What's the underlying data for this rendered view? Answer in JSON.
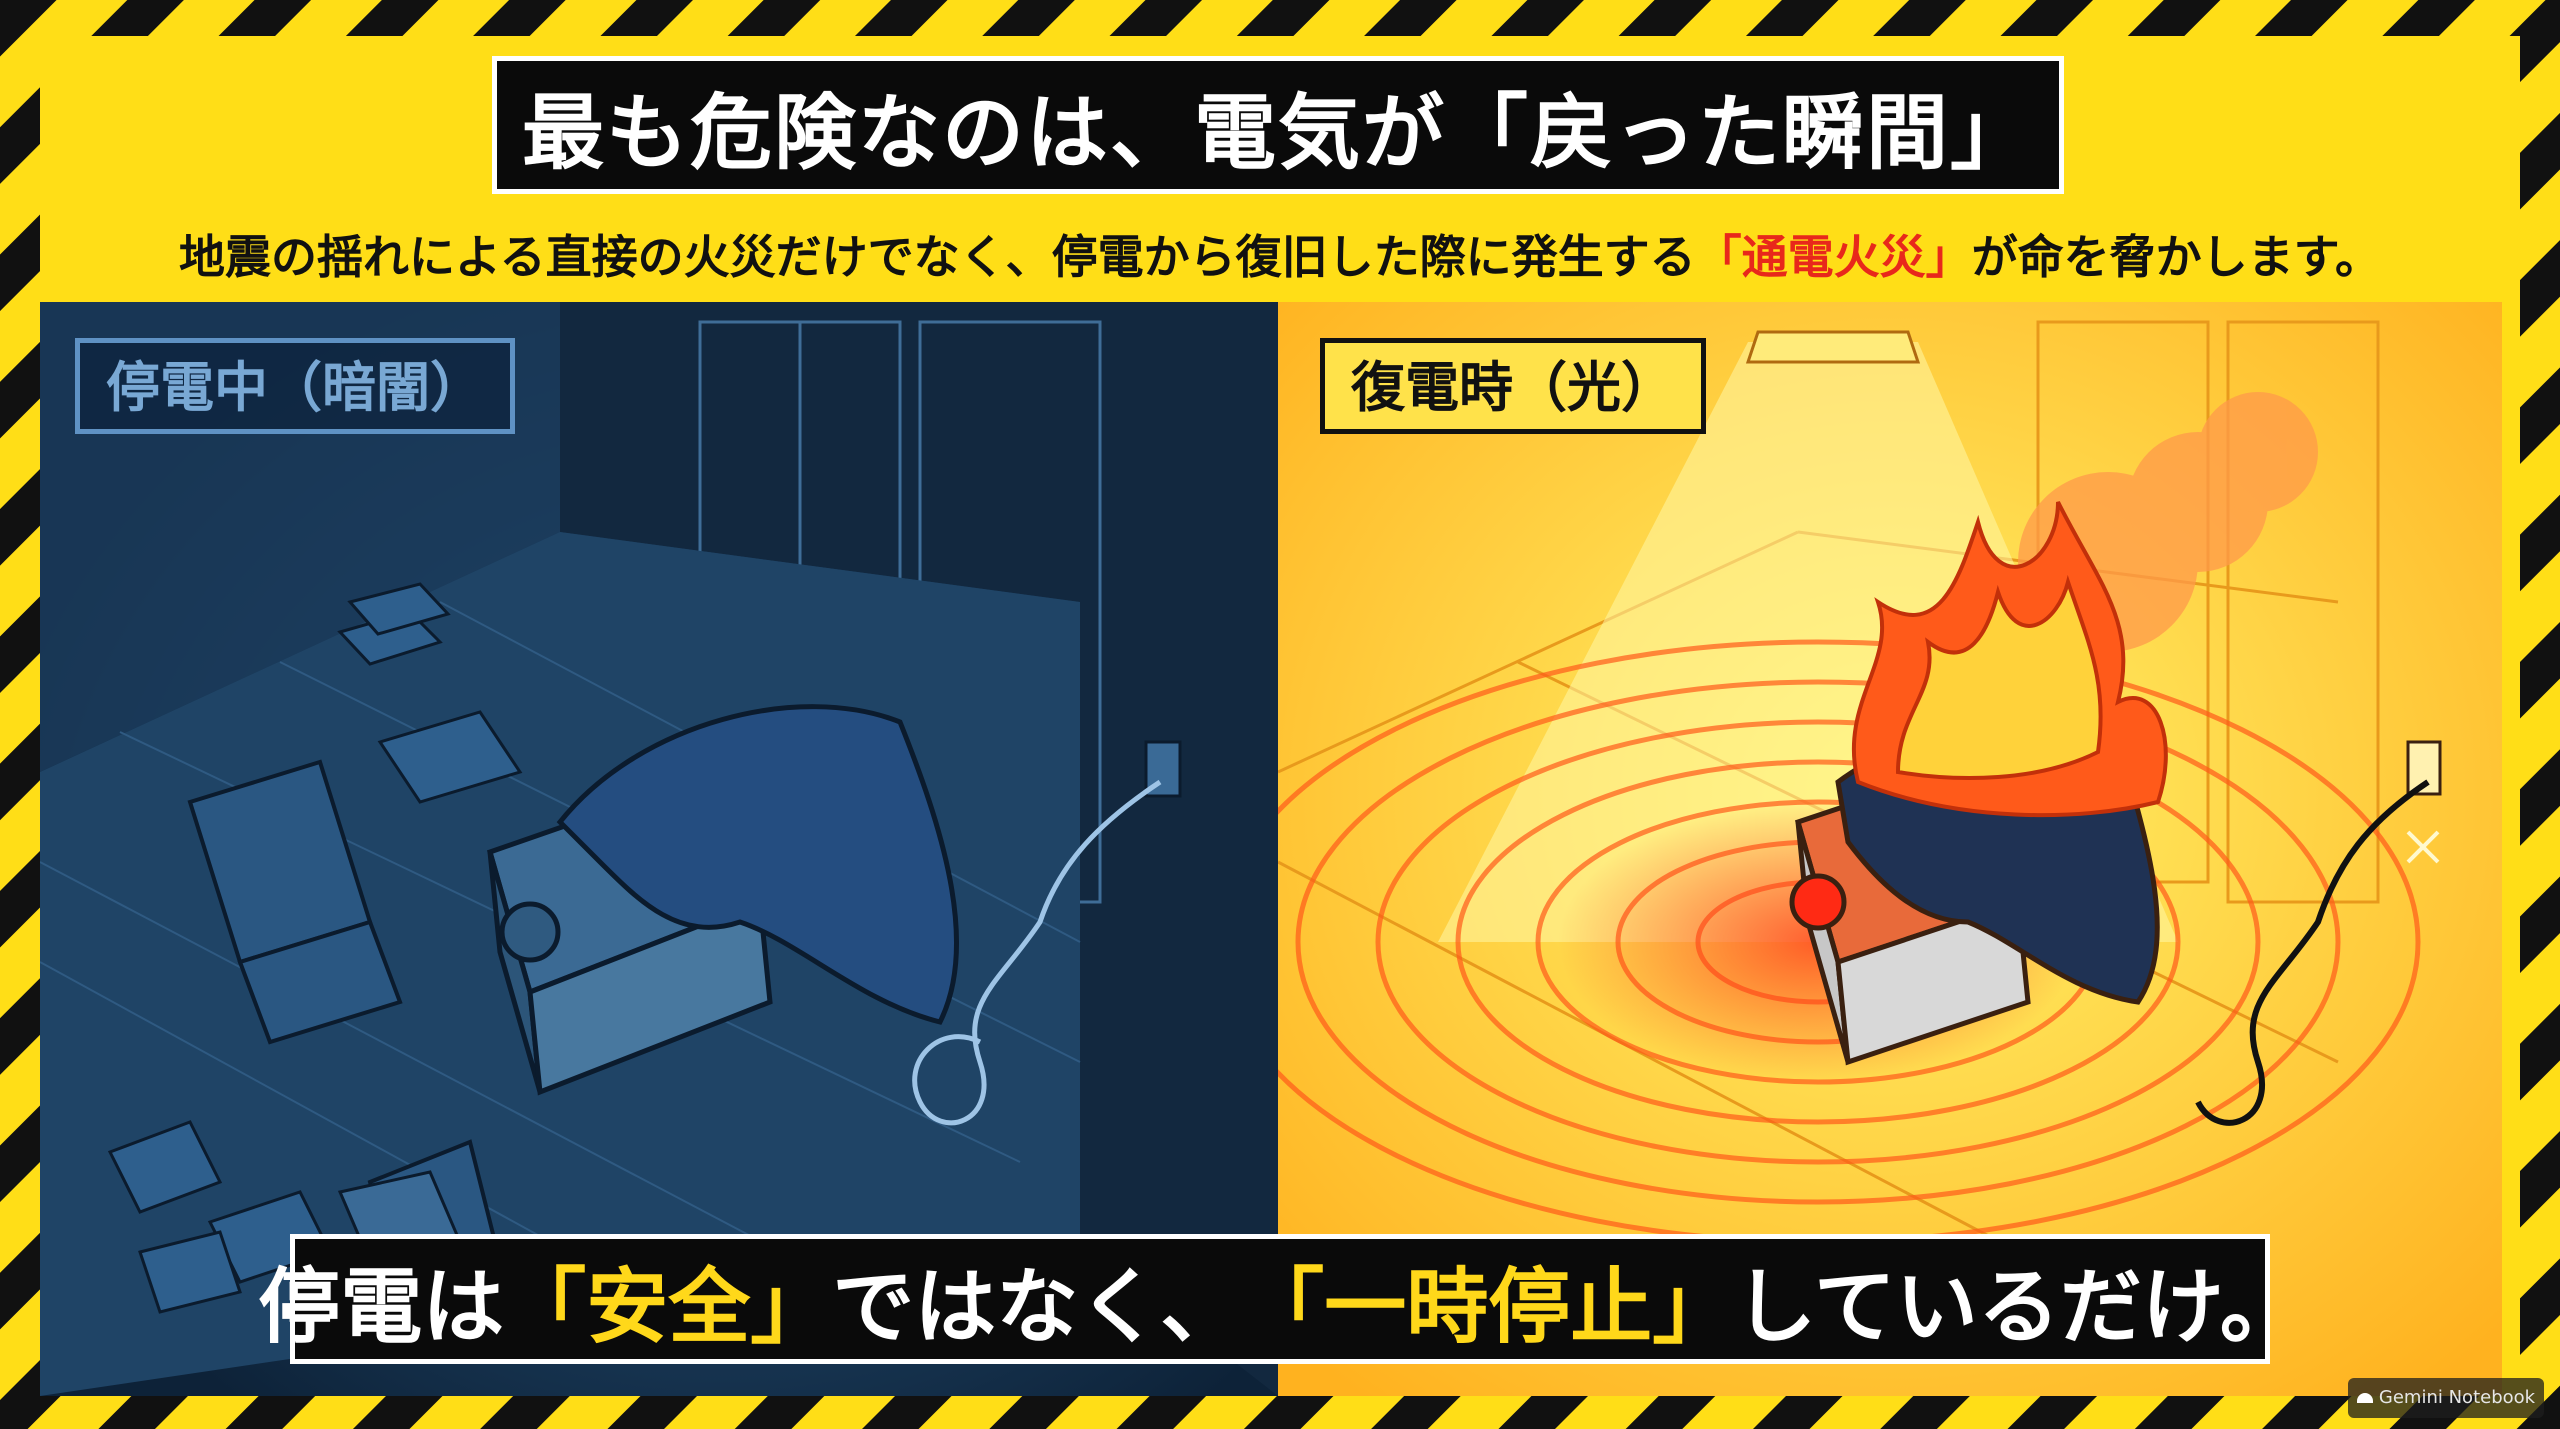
{
  "title": "最も危険なのは、電気が「戻った瞬間」",
  "subtitle": {
    "before": "地震の揺れによる直接の火災だけでなく、停電から復旧した際に発生する",
    "highlight": "「通電火災」",
    "after": "が命を脅かします。"
  },
  "panels": {
    "left": {
      "label": "停電中（暗闇）"
    },
    "right": {
      "label": "復電時（光）"
    }
  },
  "caption": {
    "part1": "停電は",
    "accent1": "「安全」",
    "part2": "ではなく、",
    "accent2": "「一時停止」",
    "part3": "しているだけ。"
  },
  "watermark": {
    "text": "Gemini Notebook"
  },
  "colors": {
    "warning_yellow": "#ffde17",
    "stripe_black": "#111111",
    "dark_panel": "#173451",
    "light_panel": "#ffc21f",
    "highlight_red": "#e8281b",
    "caption_accent": "#ffd81a"
  }
}
